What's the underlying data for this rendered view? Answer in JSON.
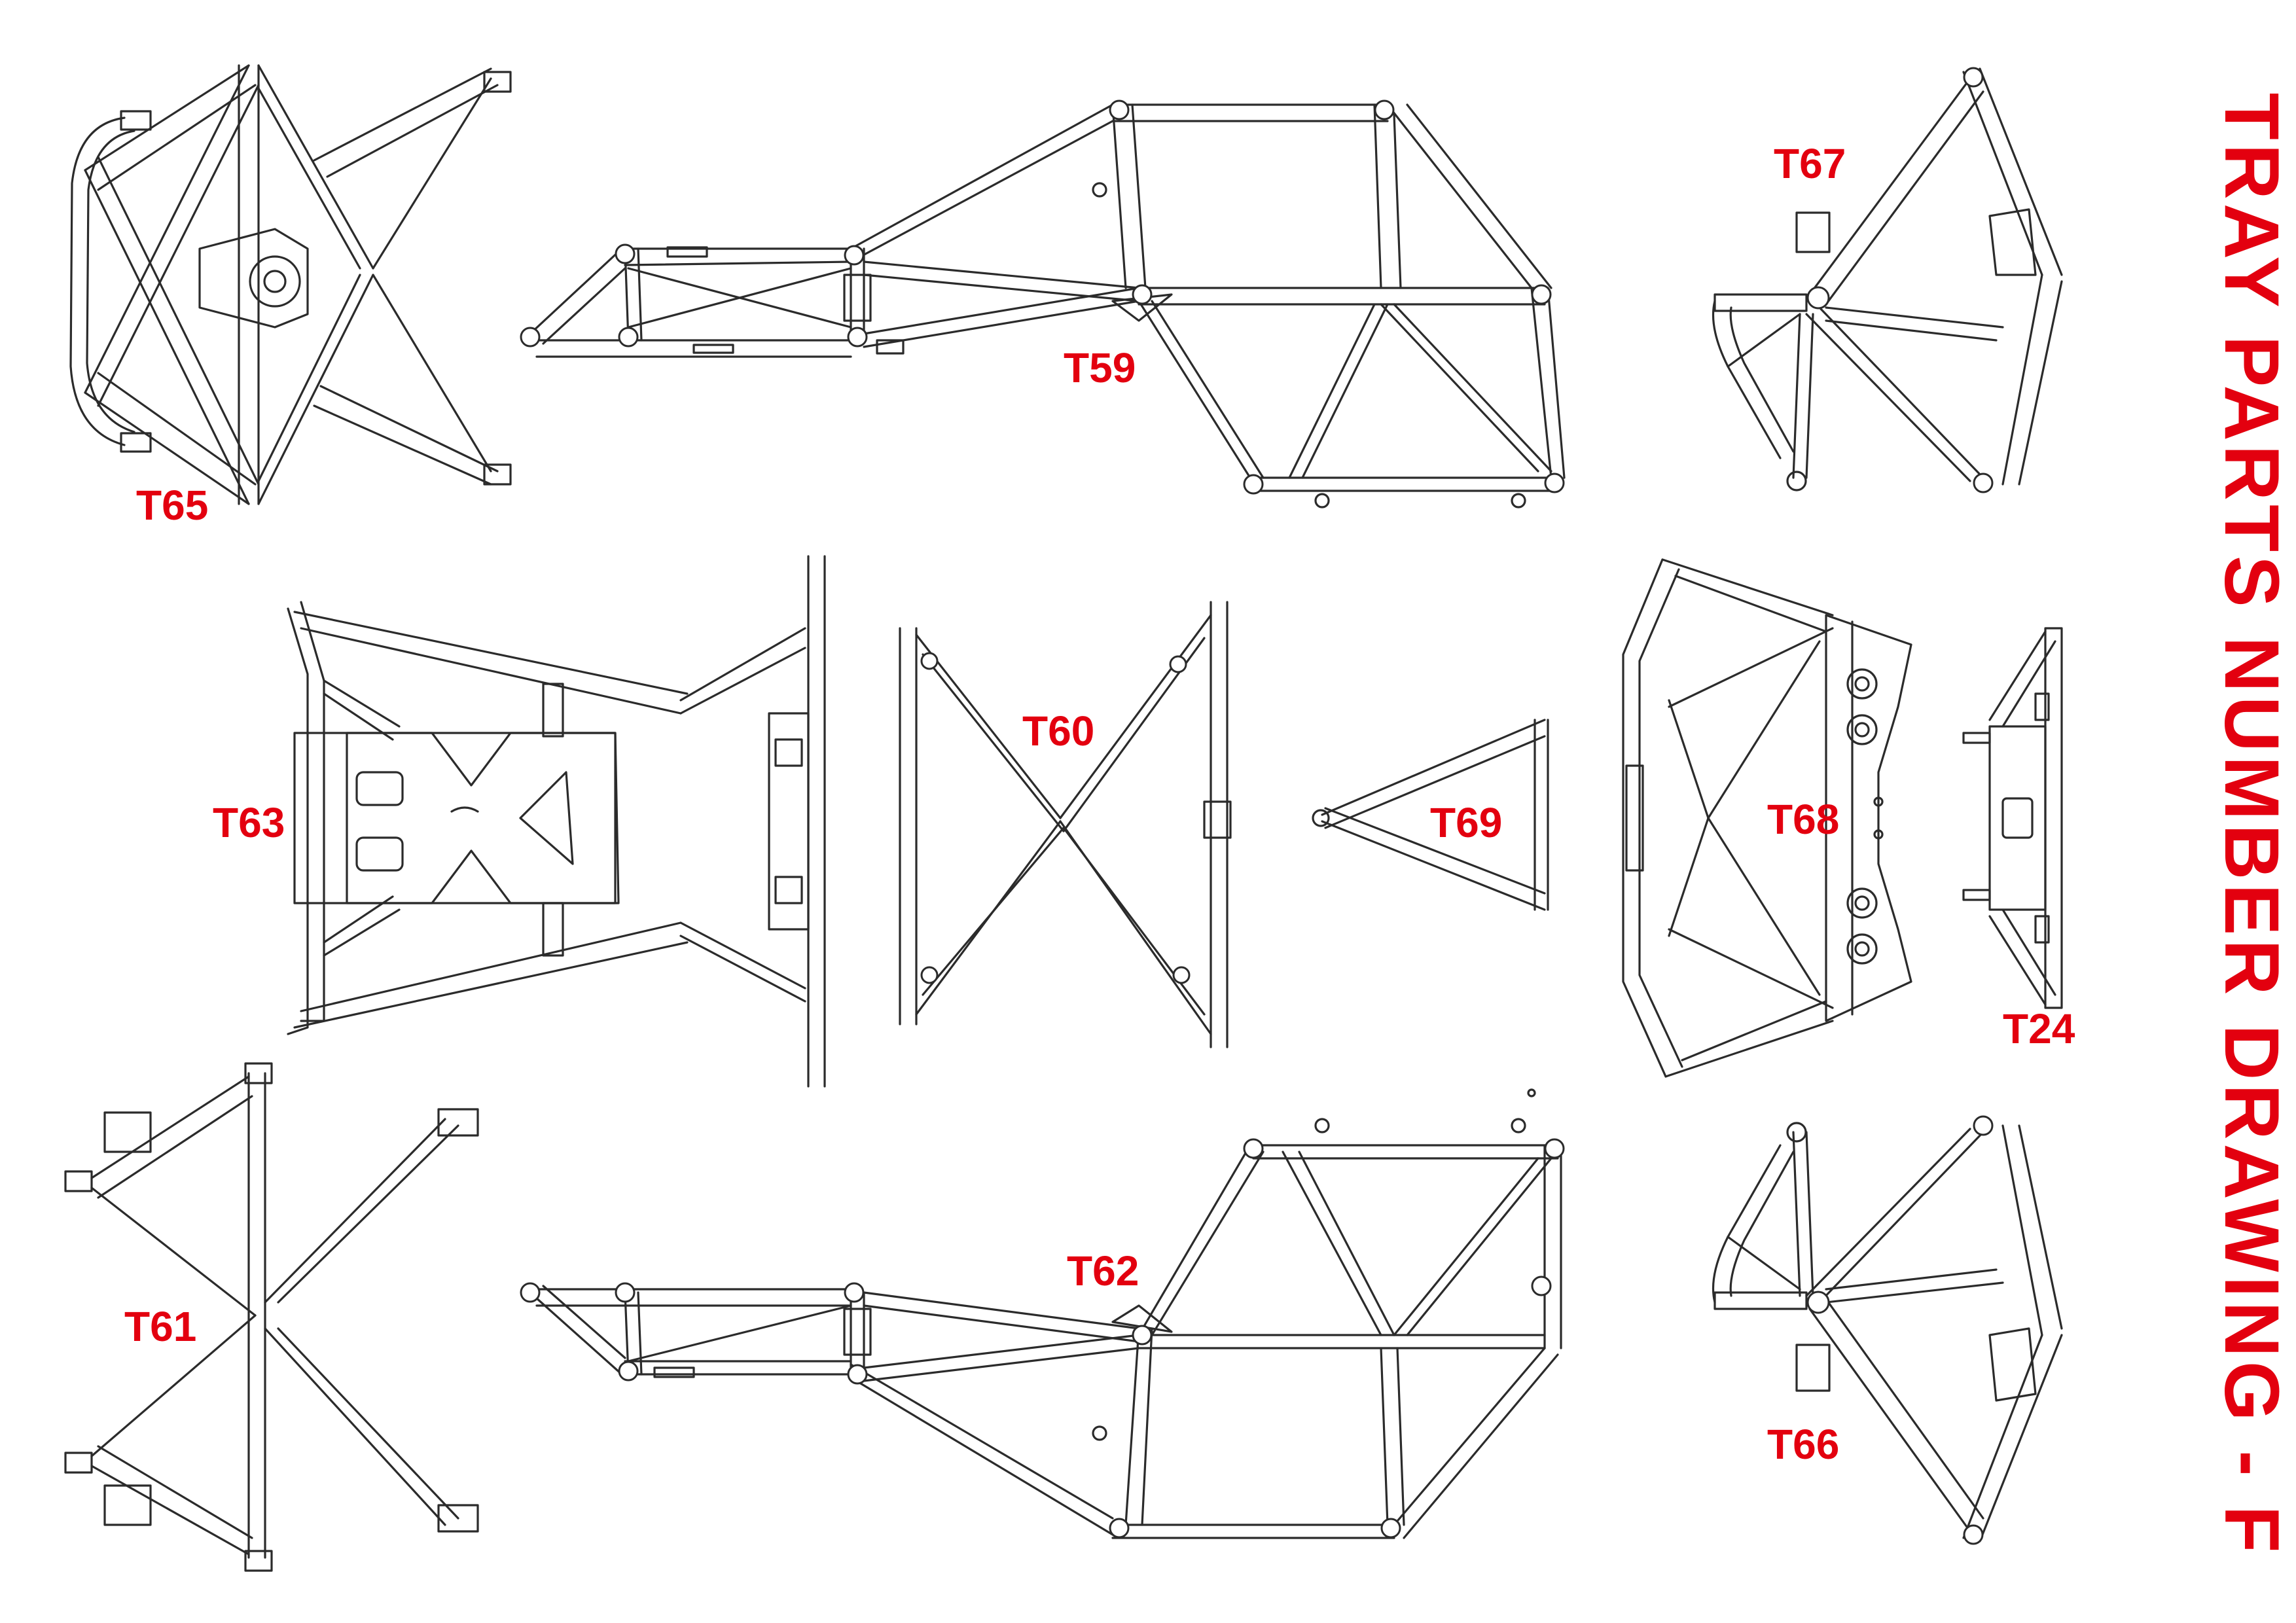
{
  "title": "TRAY PARTS NUMBER DRAWING - F",
  "title_color": "#e3000f",
  "line_color": "#2b2b2b",
  "labels": {
    "t65": "T65",
    "t59": "T59",
    "t67": "T67",
    "t63": "T63",
    "t60": "T60",
    "t69": "T69",
    "t68": "T68",
    "t24": "T24",
    "t61": "T61",
    "t62": "T62",
    "t66": "T66"
  }
}
